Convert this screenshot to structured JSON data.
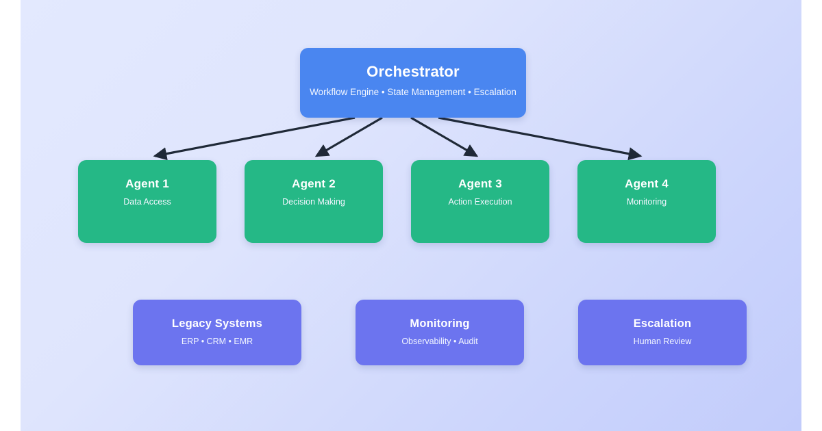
{
  "diagram": {
    "type": "hierarchy",
    "background": {
      "gradient_from": "#e3e9fe",
      "gradient_to": "#c2ccfb",
      "page": "#ffffff"
    },
    "colors": {
      "orchestrator": "#4a86f0",
      "agent": "#25b886",
      "support": "#6c74ef",
      "arrow": "#1f2937",
      "text": "#ffffff"
    },
    "orchestrator": {
      "title": "Orchestrator",
      "subtitle": "Workflow Engine • State Management • Escalation"
    },
    "agents": [
      {
        "title": "Agent 1",
        "subtitle": "Data Access"
      },
      {
        "title": "Agent 2",
        "subtitle": "Decision Making"
      },
      {
        "title": "Agent 3",
        "subtitle": "Action Execution"
      },
      {
        "title": "Agent 4",
        "subtitle": "Monitoring"
      }
    ],
    "support": [
      {
        "title": "Legacy Systems",
        "subtitle": "ERP • CRM • EMR"
      },
      {
        "title": "Monitoring",
        "subtitle": "Observability • Audit"
      },
      {
        "title": "Escalation",
        "subtitle": "Human Review"
      }
    ],
    "connectors": [
      {
        "from": "Orchestrator",
        "to": "Agent 1",
        "style": "solid-arrow"
      },
      {
        "from": "Orchestrator",
        "to": "Agent 2",
        "style": "solid-arrow"
      },
      {
        "from": "Orchestrator",
        "to": "Agent 3",
        "style": "solid-arrow"
      },
      {
        "from": "Orchestrator",
        "to": "Agent 4",
        "style": "solid-arrow"
      }
    ]
  }
}
